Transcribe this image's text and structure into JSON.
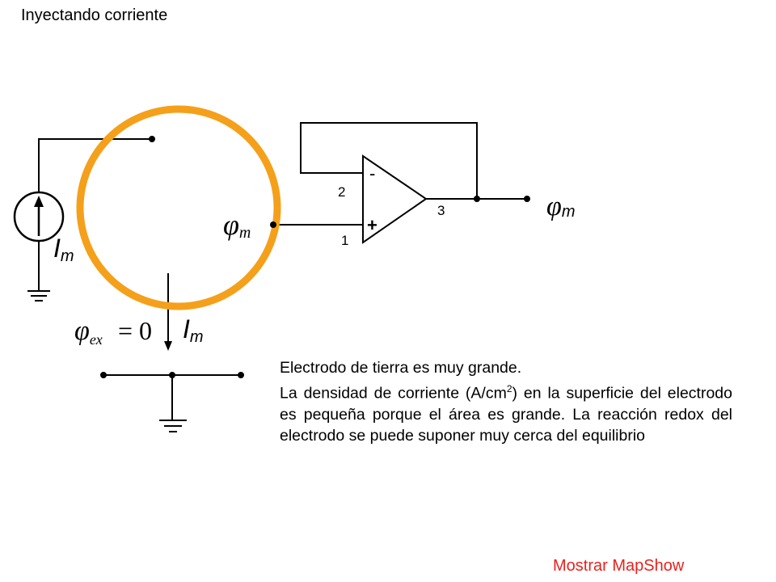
{
  "slide": {
    "title": "Inyectando corriente",
    "link_label": "Mostrar MapShow"
  },
  "diagram": {
    "labels": {
      "current_source": "I",
      "current_source_sub": "m",
      "injected_current": "I",
      "injected_current_sub": "m",
      "phi_m_input": "φ",
      "phi_m_input_sub": "m",
      "phi_m_output": "φ",
      "phi_m_output_sub": "m",
      "phi_ex": "φ",
      "phi_ex_sub": "ex",
      "phi_ex_value": "= 0",
      "pin_inverting": "2",
      "pin_noninverting": "1",
      "pin_output": "3",
      "sign_minus": "-",
      "sign_plus": "+"
    },
    "colors": {
      "cell": "#f5a01a",
      "wire": "#000000"
    }
  },
  "description": {
    "line1": "Electrodo de tierra es muy grande.",
    "para_before_sup": "La densidad de corriente (A/cm",
    "sup": "2",
    "para_after_sup": ") en la superficie del electrodo es pequeña porque el área es grande. La reacción redox del electrodo se puede suponer muy cerca del equilibrio"
  }
}
